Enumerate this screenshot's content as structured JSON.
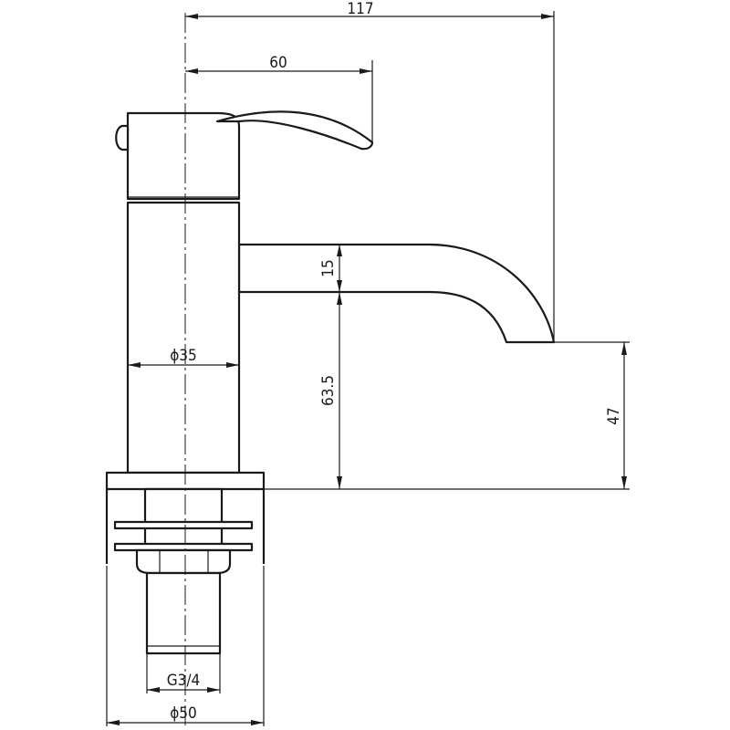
{
  "dimensions": {
    "overall_length": "117",
    "handle_length": "60",
    "spout_thickness": "15",
    "body_diameter": "ϕ35",
    "spout_height": "63.5",
    "outlet_height": "47",
    "thread_size": "G3/4",
    "base_diameter": "ϕ50"
  }
}
